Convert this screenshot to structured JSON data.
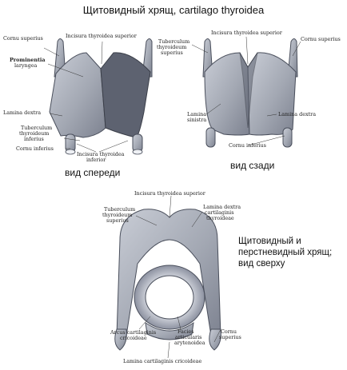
{
  "title": "Щитовидный хрящ, cartilago thyroidea",
  "front": {
    "caption": "вид спереди",
    "labels": {
      "cornu_superius": "Cornu superius",
      "incisura_superior": "Incisura thyroidea superior",
      "prominentia_1": "Prominentia",
      "prominentia_2": "laryngea",
      "lamina_dextra": "Lamina dextra",
      "tuberculum_1": "Tuberculum",
      "tuberculum_2": "thyroideum",
      "tuberculum_3": "inferius",
      "cornu_inferius": "Cornu inferius",
      "incisura_inferior_1": "Incisura thyroidea",
      "incisura_inferior_2": "inferior"
    }
  },
  "back": {
    "caption": "вид сзади",
    "labels": {
      "incisura_superior": "Incisura thyroidea superior",
      "cornu_superius": "Cornu superius",
      "tuberculum_1": "Tuberculum",
      "tuberculum_2": "thyroideum",
      "tuberculum_3": "superius",
      "lamina_sinistra_1": "Lamina",
      "lamina_sinistra_2": "sinistra",
      "lamina_dextra": "Lamina dextra",
      "cornu_inferius": "Cornu inferius"
    }
  },
  "top": {
    "note_1": "Щитовидный и",
    "note_2": "перстневидный хрящ;",
    "note_3": "вид сверху",
    "labels": {
      "incisura_superior": "Incisura thyroidea superior",
      "tuberculum_1": "Tuberculum",
      "tuberculum_2": "thyroideum",
      "tuberculum_3": "superius",
      "lamina_dextra_1": "Lamina dextra",
      "lamina_dextra_2": "cartilaginis",
      "lamina_dextra_3": "thyroideae",
      "arcus_1": "Arcus cartilaginis",
      "arcus_2": "cricoideae",
      "facies_1": "Facies",
      "facies_2": "articularis",
      "facies_3": "arytenoidea",
      "cornu_1": "Cornu",
      "cornu_2": "superius",
      "lamina_cric": "Lamina cartilaginis cricoideae"
    }
  }
}
